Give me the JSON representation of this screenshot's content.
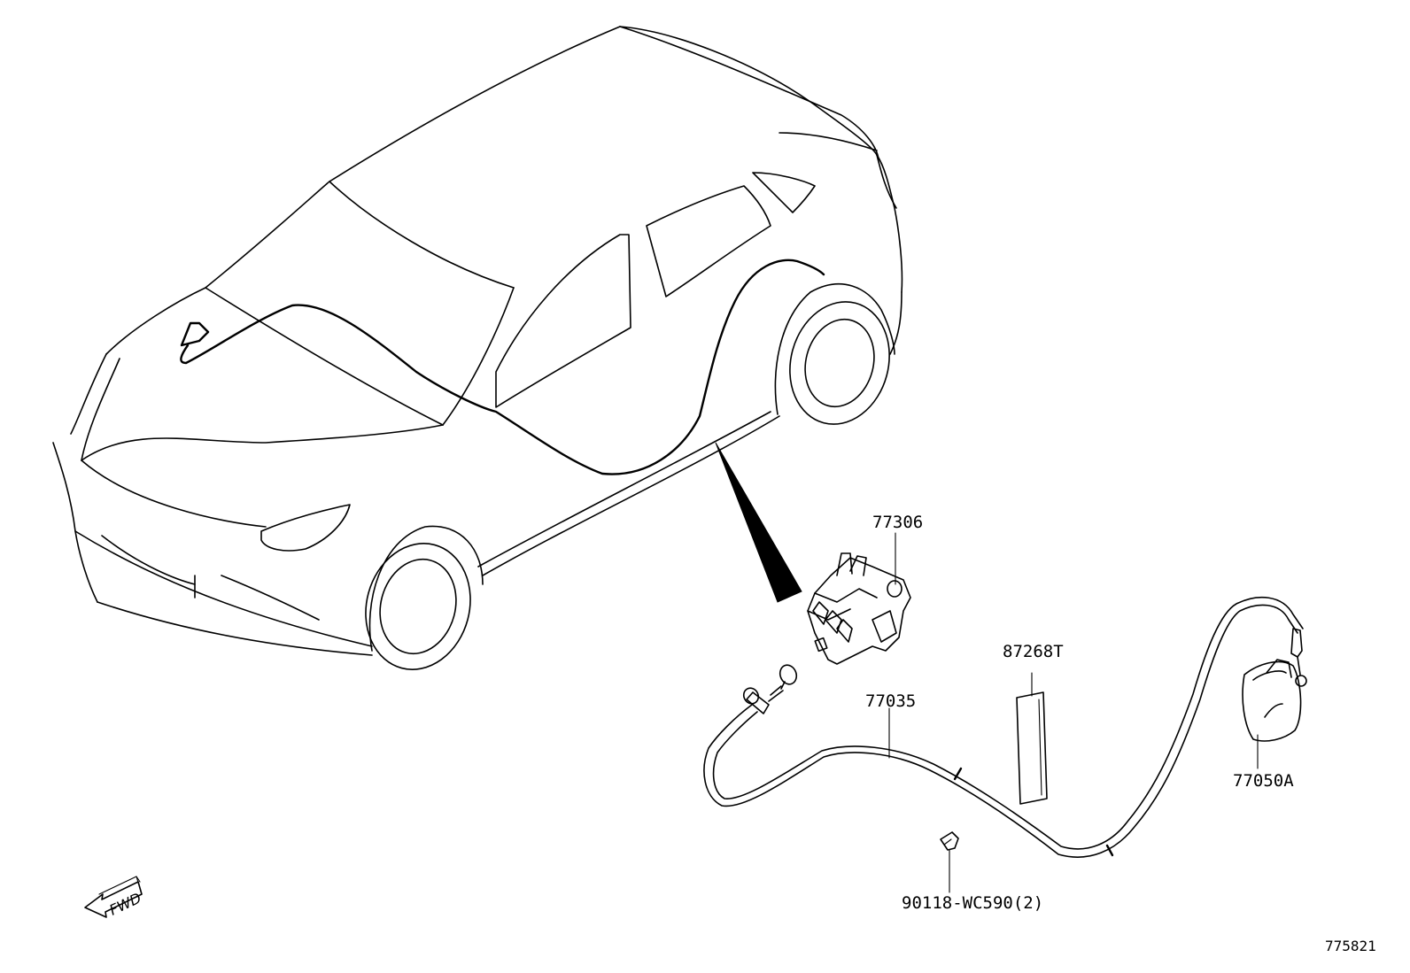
{
  "parts": [
    {
      "id": "tray",
      "number": "77306"
    },
    {
      "id": "label-sticker",
      "number": "87268T"
    },
    {
      "id": "release-cable",
      "number": "77035"
    },
    {
      "id": "release-lever",
      "number": "77050A"
    },
    {
      "id": "clamp",
      "number": "90118-WC590(2)"
    }
  ],
  "direction_indicator": {
    "text": "FWD"
  },
  "diagram_code": "775821"
}
